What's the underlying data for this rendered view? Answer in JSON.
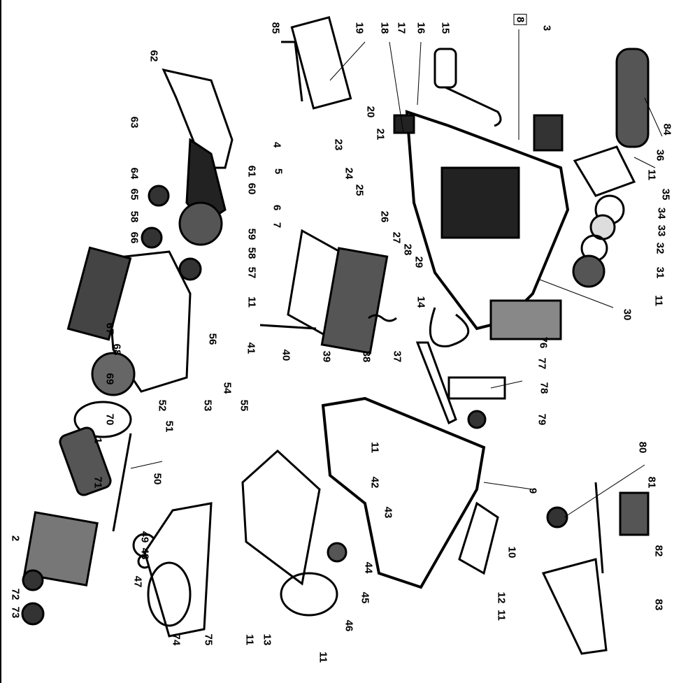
{
  "diagram": {
    "title": "Exploded parts view",
    "labels": [
      "85",
      "19",
      "18",
      "17",
      "16",
      "15",
      "8",
      "3",
      "62",
      "63",
      "4",
      "23",
      "21",
      "20",
      "84",
      "36",
      "11",
      "64",
      "5",
      "24",
      "61",
      "35",
      "65",
      "60",
      "25",
      "34",
      "58",
      "6",
      "7",
      "26",
      "33",
      "66",
      "59",
      "27",
      "28",
      "29",
      "32",
      "58",
      "57",
      "31",
      "11",
      "14",
      "11",
      "30",
      "67",
      "68",
      "56",
      "41",
      "40",
      "39",
      "38",
      "37",
      "76",
      "77",
      "69",
      "54",
      "52",
      "55",
      "53",
      "78",
      "79",
      "70",
      "51",
      "1",
      "11",
      "80",
      "71",
      "50",
      "42",
      "9",
      "81",
      "43",
      "2",
      "49",
      "44",
      "10",
      "82",
      "48",
      "72",
      "47",
      "12",
      "45",
      "83",
      "73",
      "11",
      "46",
      "74",
      "75",
      "11",
      "13",
      "11"
    ],
    "boxed_label": "8"
  }
}
